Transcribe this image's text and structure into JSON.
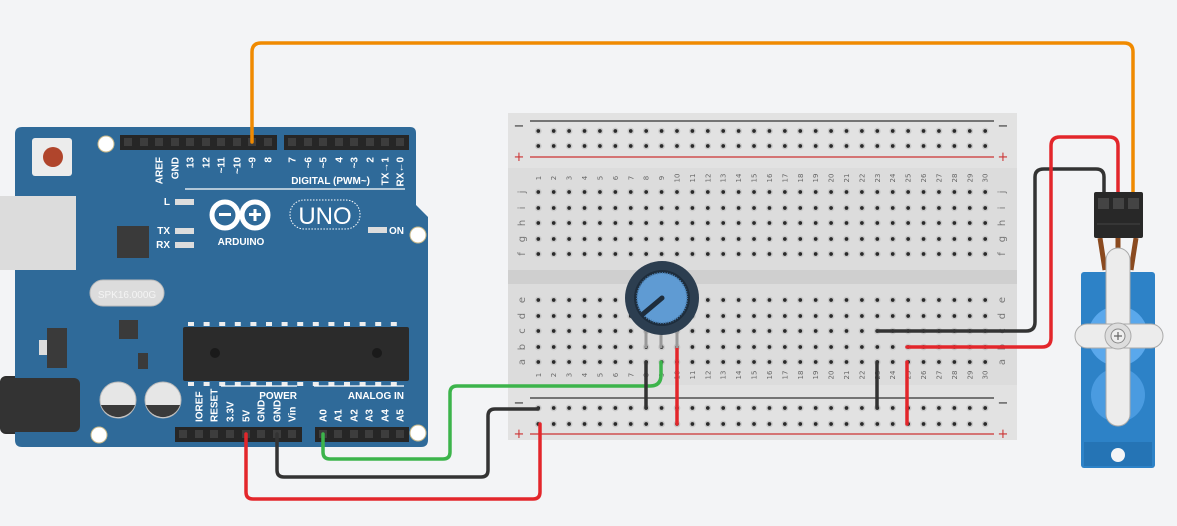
{
  "arduino": {
    "brand": "ARDUINO",
    "model": "UNO",
    "digital_title": "DIGITAL (PWM~)",
    "led_labels": {
      "l": "L",
      "tx": "TX",
      "rx": "RX",
      "on": "ON"
    },
    "crystal": "SPK16.000G",
    "digital_left_labels": [
      "",
      "",
      "AREF",
      "GND",
      "13",
      "12",
      "~11",
      "~10",
      "~9",
      "8"
    ],
    "digital_right_labels": [
      "7",
      "~6",
      "~5",
      "4",
      "~3",
      "2",
      "TX→1",
      "RX←0"
    ],
    "power_title": "POWER",
    "power_labels": [
      "",
      "IOREF",
      "RESET",
      "3.3V",
      "5V",
      "GND",
      "GND",
      "Vin"
    ],
    "analog_title": "ANALOG IN",
    "analog_labels": [
      "A0",
      "A1",
      "A2",
      "A3",
      "A4",
      "A5"
    ],
    "board_color": "#2f6a99"
  },
  "breadboard": {
    "columns": [
      "1",
      "2",
      "3",
      "4",
      "5",
      "6",
      "7",
      "8",
      "9",
      "10",
      "11",
      "12",
      "13",
      "14",
      "15",
      "16",
      "17",
      "18",
      "19",
      "20",
      "21",
      "22",
      "23",
      "24",
      "25",
      "26",
      "27",
      "28",
      "29",
      "30"
    ],
    "top_rows": [
      "j",
      "i",
      "h",
      "g",
      "f"
    ],
    "bottom_rows": [
      "e",
      "d",
      "c",
      "b",
      "a"
    ],
    "rail_minus": "−",
    "rail_plus": "+"
  },
  "wire_colors": {
    "signal": "#f08a00",
    "power": "#e3262b",
    "ground": "#333333",
    "analog": "#3cb44b"
  },
  "components": {
    "potentiometer": {
      "knob_color": "#5f9bd3"
    },
    "servo": {
      "body_color": "#2d82c7"
    }
  }
}
